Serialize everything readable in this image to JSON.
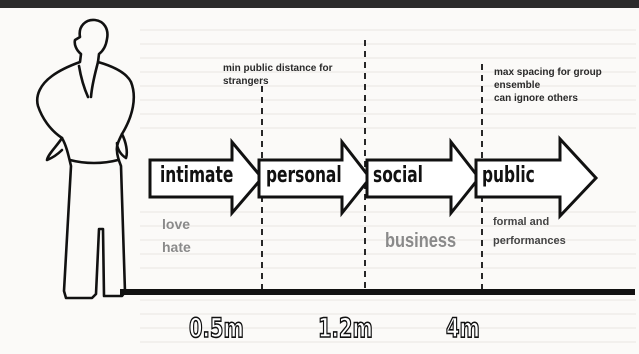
{
  "zones": [
    {
      "label": "intimate",
      "examples": [
        "love",
        "hate"
      ],
      "distance": "0.5m"
    },
    {
      "label": "personal",
      "note": [
        "min public distance for",
        "strangers"
      ],
      "distance": "1.2m"
    },
    {
      "label": "social",
      "examples": [
        "business"
      ],
      "distance": "4m"
    },
    {
      "label": "public",
      "note": [
        "max spacing for group",
        "ensemble",
        "can ignore others"
      ],
      "examples": [
        "formal and",
        "performances"
      ]
    }
  ],
  "colors": {
    "ink": "#111111",
    "muted": "#8a8a8a",
    "paper": "#fbfaf8"
  }
}
